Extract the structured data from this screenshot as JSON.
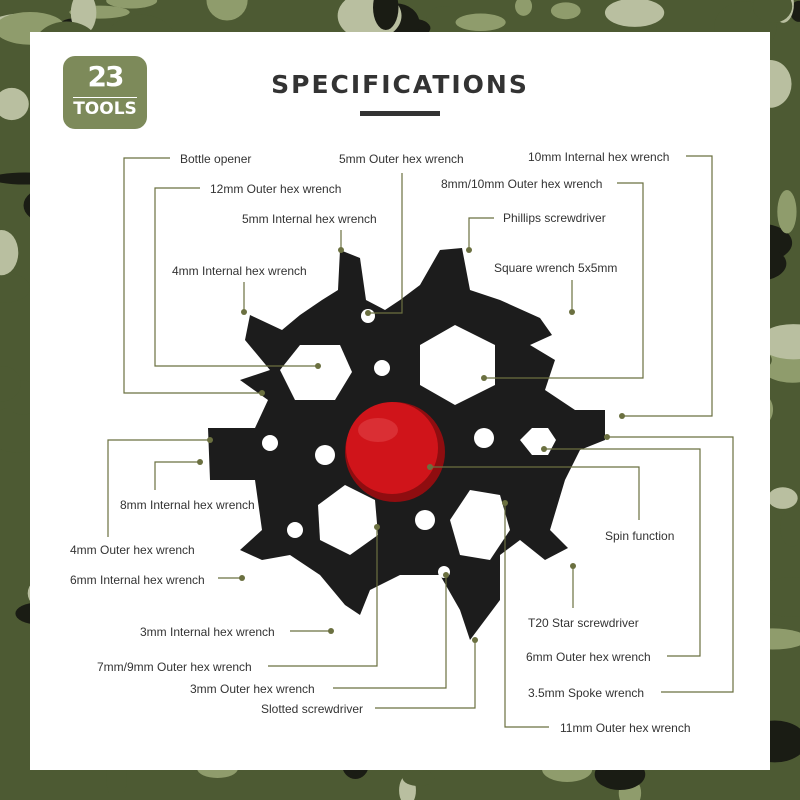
{
  "badge": {
    "number": "23",
    "word": "TOOLS"
  },
  "title": "SPECIFICATIONS",
  "colors": {
    "leader": "#6b7040",
    "tool": "#1c1c1c",
    "spinner": "#d0141a",
    "camo": [
      "#4d5a33",
      "#8f9c6c",
      "#1a1c14",
      "#b9bfa0"
    ]
  },
  "labels": [
    {
      "id": "bottle-opener",
      "text": "Bottle opener"
    },
    {
      "id": "12mm-outer",
      "text": "12mm Outer hex wrench"
    },
    {
      "id": "5mm-internal",
      "text": "5mm Internal hex wrench"
    },
    {
      "id": "4mm-internal",
      "text": "4mm Internal hex wrench"
    },
    {
      "id": "5mm-outer",
      "text": "5mm Outer hex wrench"
    },
    {
      "id": "10mm-internal",
      "text": "10mm Internal hex wrench"
    },
    {
      "id": "8-10mm-outer",
      "text": "8mm/10mm Outer hex wrench"
    },
    {
      "id": "phillips",
      "text": "Phillips screwdriver"
    },
    {
      "id": "square",
      "text": "Square wrench 5x5mm"
    },
    {
      "id": "8mm-internal",
      "text": "8mm Internal hex wrench"
    },
    {
      "id": "4mm-outer",
      "text": "4mm Outer hex wrench"
    },
    {
      "id": "6mm-internal",
      "text": "6mm Internal hex wrench"
    },
    {
      "id": "3mm-internal",
      "text": "3mm Internal hex wrench"
    },
    {
      "id": "7-9mm-outer",
      "text": "7mm/9mm Outer hex wrench"
    },
    {
      "id": "3mm-outer",
      "text": "3mm Outer hex wrench"
    },
    {
      "id": "slotted",
      "text": "Slotted screwdriver"
    },
    {
      "id": "spin",
      "text": "Spin function"
    },
    {
      "id": "t20",
      "text": "T20 Star screwdriver"
    },
    {
      "id": "6mm-outer",
      "text": "6mm Outer hex wrench"
    },
    {
      "id": "spoke",
      "text": "3.5mm Spoke wrench"
    },
    {
      "id": "11mm-outer",
      "text": "11mm Outer hex wrench"
    }
  ]
}
